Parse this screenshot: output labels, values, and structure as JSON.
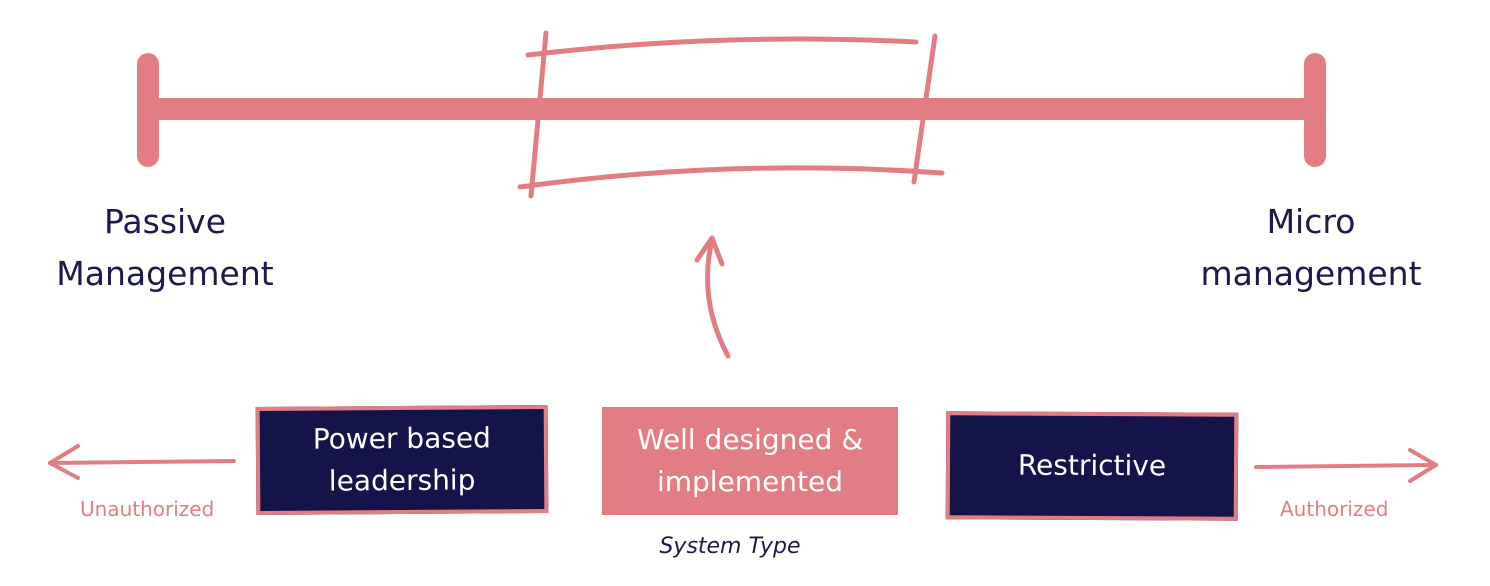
{
  "colors": {
    "accent": "#e27d83",
    "navy": "#15144a",
    "text_dark": "#1c1a4d",
    "background": "#ffffff"
  },
  "scale": {
    "left_end": {
      "line1": "Passive",
      "line2": "Management"
    },
    "right_end": {
      "line1": "Micro",
      "line2": "management"
    }
  },
  "boxes": {
    "power_based": {
      "line1": "Power based",
      "line2": "leadership"
    },
    "well_designed": {
      "line1": "Well designed &",
      "line2": "implemented"
    },
    "restrictive": {
      "label": "Restrictive"
    }
  },
  "directions": {
    "left": "Unauthorized",
    "right": "Authorized"
  },
  "caption": "System Type"
}
